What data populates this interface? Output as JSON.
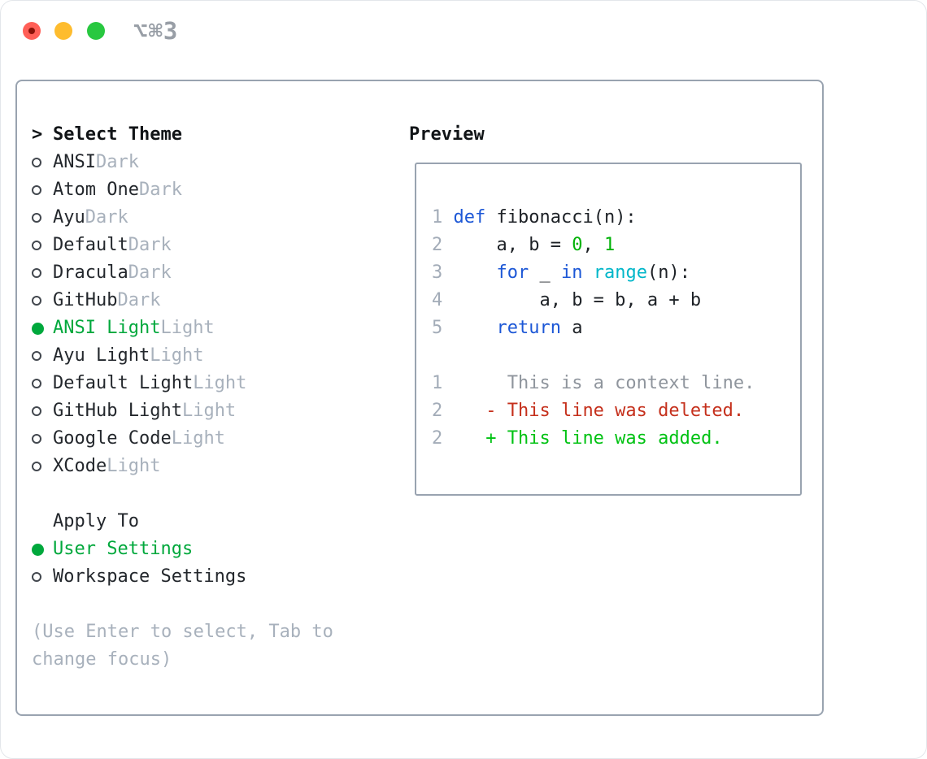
{
  "titlebar": {
    "title": "⌥⌘3"
  },
  "colors": {
    "panel_border": "#99a3b0",
    "selection_green": "#00a83c",
    "added_green": "#00c213",
    "deleted_red": "#c5301c",
    "keyword_blue": "#1c57d6",
    "function_cyan": "#00b6c9",
    "literal_green": "#00b207",
    "muted_gray": "#a8b1bc",
    "traffic_red": "#ff5f57",
    "traffic_yellow": "#febc2e",
    "traffic_green": "#28c840"
  },
  "left": {
    "cursor": ">",
    "title": "Select Theme",
    "themes": [
      {
        "name": "ANSI",
        "variant": "Dark",
        "selected": false
      },
      {
        "name": "Atom One",
        "variant": "Dark",
        "selected": false
      },
      {
        "name": "Ayu",
        "variant": "Dark",
        "selected": false
      },
      {
        "name": "Default",
        "variant": "Dark",
        "selected": false
      },
      {
        "name": "Dracula",
        "variant": "Dark",
        "selected": false
      },
      {
        "name": "GitHub",
        "variant": "Dark",
        "selected": false
      },
      {
        "name": "ANSI Light",
        "variant": "Light",
        "selected": true
      },
      {
        "name": "Ayu Light",
        "variant": "Light",
        "selected": false
      },
      {
        "name": "Default Light",
        "variant": "Light",
        "selected": false
      },
      {
        "name": "GitHub Light",
        "variant": "Light",
        "selected": false
      },
      {
        "name": "Google Code",
        "variant": "Light",
        "selected": false
      },
      {
        "name": "XCode",
        "variant": "Light",
        "selected": false
      }
    ],
    "apply_to_title": "Apply To",
    "apply_options": [
      {
        "label": "User Settings",
        "selected": true
      },
      {
        "label": "Workspace Settings",
        "selected": false
      }
    ],
    "hint": "(Use Enter to select, Tab to\nchange focus)"
  },
  "right": {
    "title": "Preview",
    "code_lines": [
      {
        "num": "1",
        "tokens": [
          {
            "t": "def",
            "c": "kw"
          },
          {
            "t": " fibonacci(n):",
            "c": "plain"
          }
        ]
      },
      {
        "num": "2",
        "tokens": [
          {
            "t": "    a, b = ",
            "c": "plain"
          },
          {
            "t": "0",
            "c": "gr"
          },
          {
            "t": ", ",
            "c": "plain"
          },
          {
            "t": "1",
            "c": "gr"
          }
        ]
      },
      {
        "num": "3",
        "tokens": [
          {
            "t": "    ",
            "c": "plain"
          },
          {
            "t": "for",
            "c": "kw"
          },
          {
            "t": " _ ",
            "c": "plain"
          },
          {
            "t": "in",
            "c": "kw"
          },
          {
            "t": " ",
            "c": "plain"
          },
          {
            "t": "range",
            "c": "cy"
          },
          {
            "t": "(n):",
            "c": "plain"
          }
        ]
      },
      {
        "num": "4",
        "tokens": [
          {
            "t": "        a, b = b, a + b",
            "c": "plain"
          }
        ]
      },
      {
        "num": "5",
        "tokens": [
          {
            "t": "    ",
            "c": "plain"
          },
          {
            "t": "return",
            "c": "kw"
          },
          {
            "t": " a",
            "c": "plain"
          }
        ]
      },
      {
        "num": "",
        "tokens": []
      },
      {
        "num": "1",
        "tokens": [
          {
            "t": "     This is a context line.",
            "c": "ctx"
          }
        ]
      },
      {
        "num": "2",
        "tokens": [
          {
            "t": "   - This line was deleted.",
            "c": "del"
          }
        ]
      },
      {
        "num": "2",
        "tokens": [
          {
            "t": "   + This line was added.",
            "c": "add"
          }
        ]
      }
    ]
  }
}
